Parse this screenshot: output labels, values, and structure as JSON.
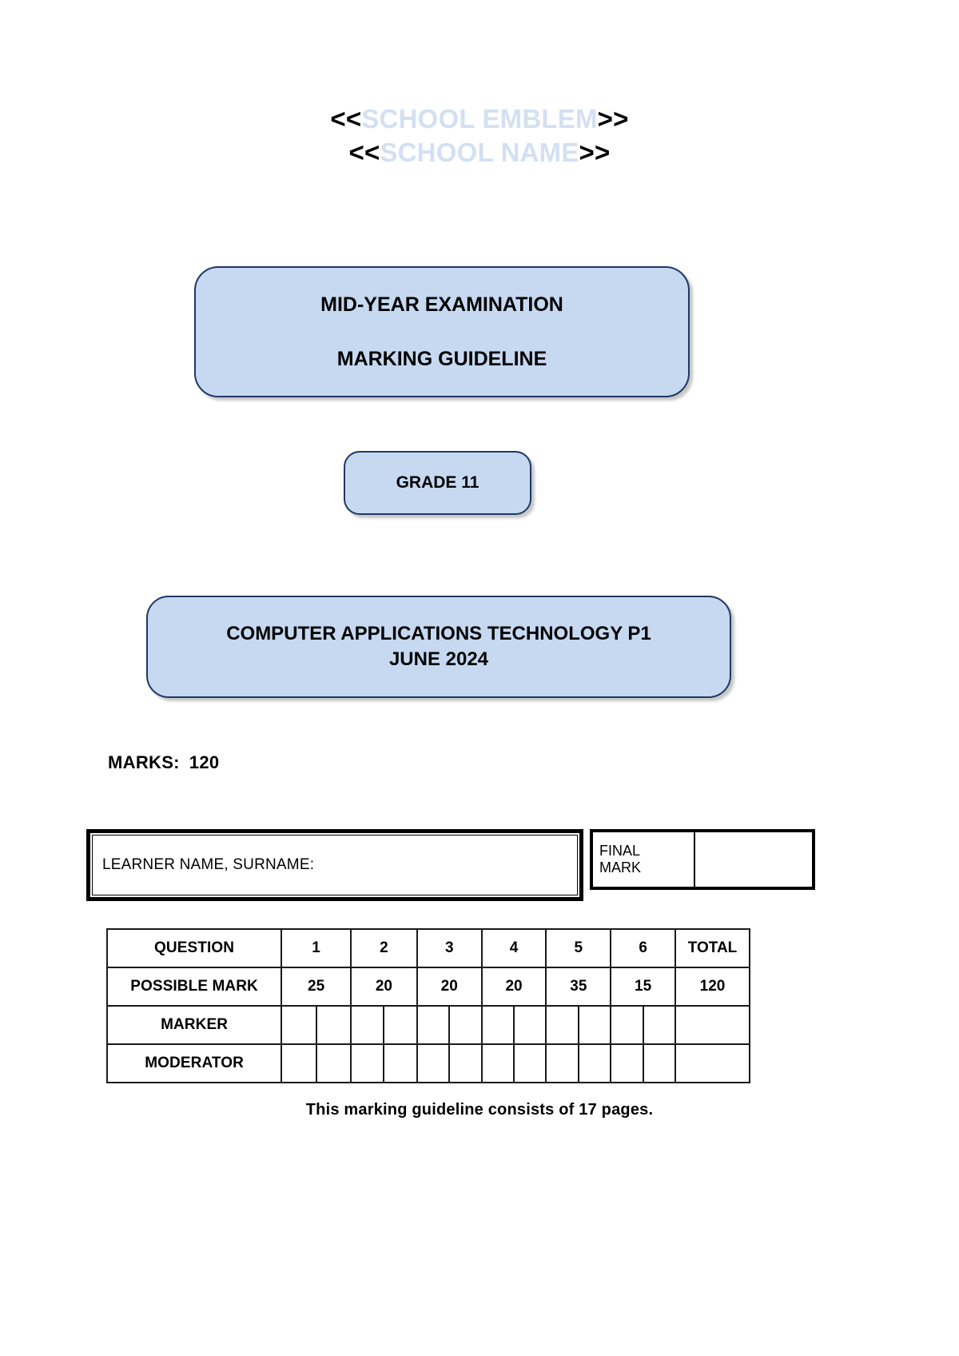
{
  "header": {
    "emblem_open": "<<",
    "emblem_placeholder": "SCHOOL EMBLEM",
    "emblem_close": ">>",
    "name_open": "<<",
    "name_placeholder": "SCHOOL NAME",
    "name_close": ">>",
    "placeholder_color": "#d3e0f2"
  },
  "exam_box": {
    "line1": "MID-YEAR EXAMINATION",
    "line2": "MARKING GUIDELINE",
    "fill": "#c6d9f1",
    "border": "#1f3864"
  },
  "grade_box": {
    "label": "GRADE 11"
  },
  "subject_box": {
    "line1": "COMPUTER APPLICATIONS TECHNOLOGY P1",
    "line2": "JUNE 2024"
  },
  "marks": {
    "label": "MARKS:",
    "value": "120"
  },
  "learner": {
    "label": "LEARNER NAME, SURNAME:",
    "value": ""
  },
  "final_mark": {
    "label_line1": "FINAL",
    "label_line2": "MARK",
    "value": ""
  },
  "marks_grid": {
    "row_labels": {
      "question": "QUESTION",
      "possible_mark": "POSSIBLE MARK",
      "marker": "MARKER",
      "moderator": "MODERATOR"
    },
    "questions": [
      "1",
      "2",
      "3",
      "4",
      "5",
      "6"
    ],
    "total_header": "TOTAL",
    "possible_marks": [
      "25",
      "20",
      "20",
      "20",
      "35",
      "15"
    ],
    "total_possible": "120",
    "marker_values": [
      "",
      "",
      "",
      "",
      "",
      "",
      "",
      "",
      "",
      "",
      "",
      "",
      ""
    ],
    "moderator_values": [
      "",
      "",
      "",
      "",
      "",
      "",
      "",
      "",
      "",
      "",
      "",
      "",
      ""
    ]
  },
  "footer": {
    "note": "This marking guideline consists of 17 pages."
  }
}
